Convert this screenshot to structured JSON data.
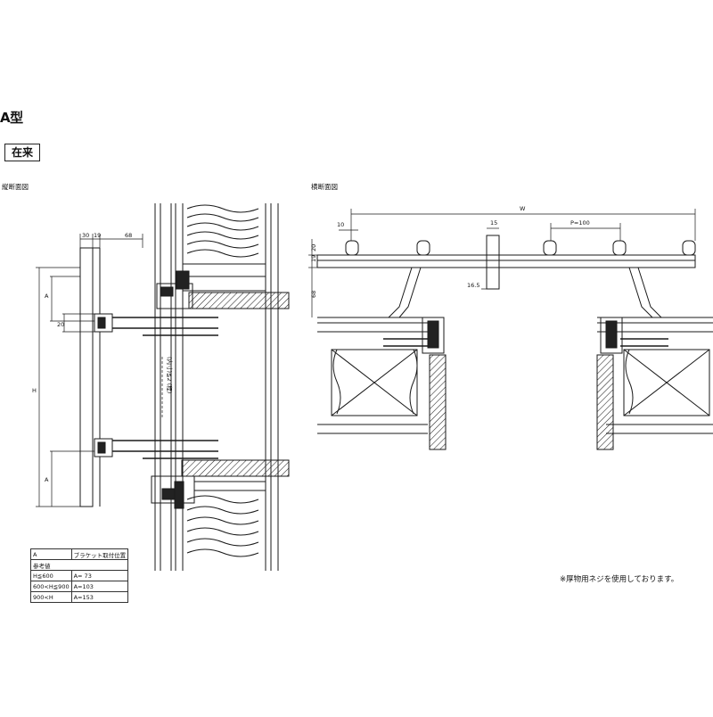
{
  "header": {
    "title": "A型",
    "badge": "在来",
    "vertical_section_label": "縦断面図",
    "horizontal_section_label": "横断面図",
    "note": "※厚物用ネジを使用しております。"
  },
  "vertical_dims": {
    "d30": "30",
    "d19": "19",
    "d68": "68",
    "dA_top": "A",
    "dA_bottom": "A",
    "dH": "H",
    "d20": "20",
    "pitch_note": "(内寸)≦2 (程)"
  },
  "horizontal_dims": {
    "dW": "W",
    "d10": "10",
    "d15": "15",
    "dP": "P=100",
    "d19": "19",
    "d20": "20",
    "d68": "68",
    "d16_5": "16.5"
  },
  "table": {
    "header_a": "A",
    "header_title": "ブラケット取付位置",
    "header_sub": "参考値",
    "rows": [
      {
        "range": "H≦600",
        "value": "A= 73"
      },
      {
        "range": "600<H≦900",
        "value": "A=103"
      },
      {
        "range": "900<H",
        "value": "A=153"
      }
    ]
  },
  "colors": {
    "line": "#1a1a1a",
    "background": "#ffffff"
  }
}
